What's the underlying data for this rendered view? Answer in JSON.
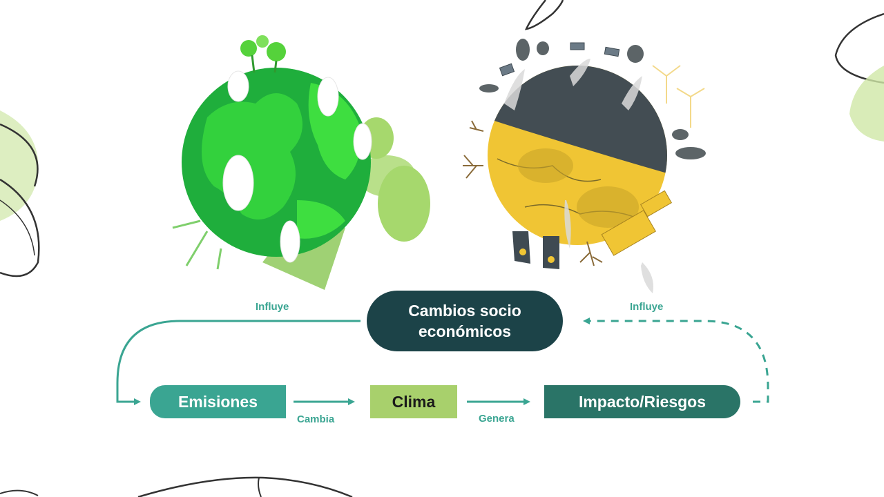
{
  "nodes": {
    "cambios_socio_economicos": [
      "Cambios socio",
      "económicos"
    ],
    "emisiones": "Emisiones",
    "clima": "Clima",
    "impacto_riesgos": "Impacto/Riesgos"
  },
  "edges": {
    "influye_left": "Influye",
    "influye_right": "Influye",
    "cambia": "Cambia",
    "genera": "Genera"
  },
  "illustrations": {
    "left": "healthy-green-planet",
    "right": "polluted-planet"
  },
  "colors": {
    "dark_teal": "#1c4348",
    "teal": "#3aa592",
    "deep_teal": "#2a7467",
    "lime": "#a8d06c",
    "arrow": "#3aa592",
    "planet_green": "#2fc43f",
    "planet_yellow": "#f0c534",
    "planet_dark": "#434d53"
  }
}
